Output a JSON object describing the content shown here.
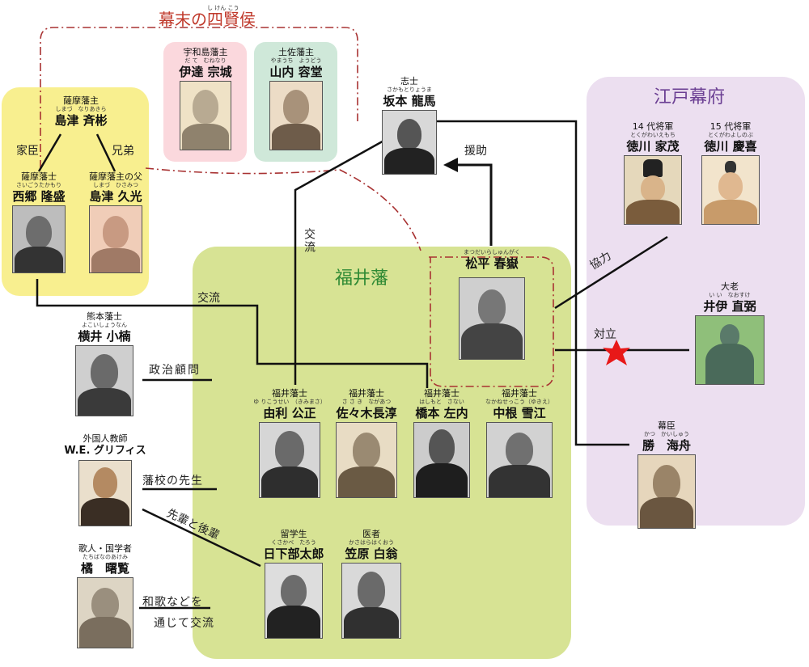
{
  "colors": {
    "kenko_border": "#a83232",
    "satsuma_bg": "#f8ef8f",
    "uwajima_bg": "#fbd8dd",
    "tosa_bg": "#cfe8d9",
    "fukui_bg": "#d7e394",
    "bakufu_bg": "#ecdff0",
    "conflict_star": "#e81818"
  },
  "groups": {
    "kenko": {
      "title": "幕末の四賢侯",
      "ruby": "し けん こう"
    },
    "fukui": {
      "title": "福井藩"
    },
    "bakufu": {
      "title": "江戸幕府"
    }
  },
  "relations": {
    "kashin": "家臣",
    "kyodai": "兄弟",
    "enjo": "援助",
    "koryu_ryoma": "交流",
    "koryu_saigo": "交流",
    "kyoryoku": "協力",
    "tairitsu": "対立",
    "seiji_komon": "政治顧問",
    "hanko": "藩校の先生",
    "senpai": "先輩と後輩",
    "waka_1": "和歌などを",
    "waka_2": "通じて交流"
  },
  "people": {
    "nariakira": {
      "role": "薩摩藩主",
      "ruby": "しまづ　なりあきら",
      "name": "島津 斉彬"
    },
    "saigo": {
      "role": "薩摩藩士",
      "ruby": "さいごうたかもり",
      "name": "西郷 隆盛"
    },
    "hisamitsu": {
      "role": "薩摩藩主の父",
      "ruby": "しまづ　ひさみつ",
      "name": "島津 久光"
    },
    "date": {
      "role": "宇和島藩主",
      "ruby": "だ て　むねなり",
      "name": "伊達 宗城"
    },
    "yamauchi": {
      "role": "土佐藩主",
      "ruby": "やまうち　ようどう",
      "name": "山内 容堂"
    },
    "ryoma": {
      "role": "志士",
      "ruby": "さかもとりょうま",
      "name": "坂本 龍馬"
    },
    "iemochi": {
      "role": "14 代将軍",
      "ruby": "とくがわいえもち",
      "name": "徳川 家茂"
    },
    "yoshinobu": {
      "role": "15 代将軍",
      "ruby": "とくがわよしのぶ",
      "name": "徳川 慶喜"
    },
    "shungaku": {
      "role": "",
      "ruby": "まつだいらしゅんがく",
      "name": "松平 春嶽"
    },
    "ii": {
      "role": "大老",
      "ruby": "い い　なおすけ",
      "name": "井伊 直弼"
    },
    "yokoi": {
      "role": "熊本藩士",
      "ruby": "よこいしょうなん",
      "name": "横井 小楠"
    },
    "griffis": {
      "role": "外国人教師",
      "ruby": "",
      "name": "W.E. グリフィス"
    },
    "tachibana": {
      "role": "歌人・国学者",
      "ruby": "たちばなのあけみ",
      "name": "橘　曙覧"
    },
    "yuri": {
      "role": "福井藩士",
      "ruby": "ゆ りこうせい　（きみまさ）",
      "name": "由利 公正"
    },
    "sasaki": {
      "role": "福井藩士",
      "ruby": "さ さ き　ながあつ",
      "name": "佐々木長淳"
    },
    "hashimoto": {
      "role": "福井藩士",
      "ruby": "はしもと　さない",
      "name": "橋本 左内"
    },
    "nakane": {
      "role": "福井藩士",
      "ruby": "なかねせっこう（ゆきえ）",
      "name": "中根 雪江"
    },
    "kusakabe": {
      "role": "留学生",
      "ruby": "くさかべ　たろう",
      "name": "日下部太郎"
    },
    "kasahara": {
      "role": "医者",
      "ruby": "かさはらはくおう",
      "name": "笠原 白翁"
    },
    "katsu": {
      "role": "幕臣",
      "ruby": "かつ　かいしゅう",
      "name": "勝　海舟"
    }
  }
}
